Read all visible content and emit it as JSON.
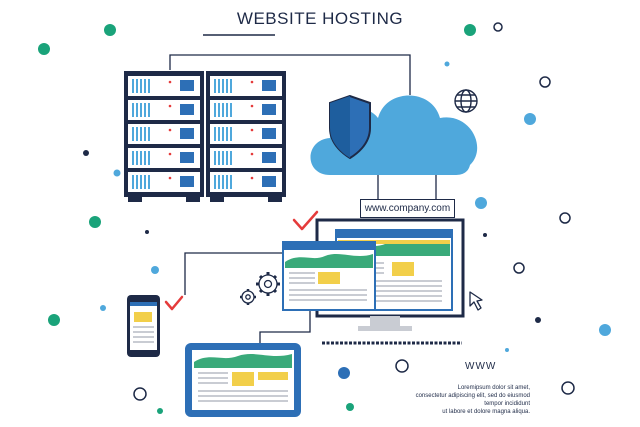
{
  "title": "WEBSITE HOSTING",
  "url": "www.company.com",
  "www_label": "WWW",
  "lorem_lines": [
    "Loremipsum dolor sit amet,",
    "consectetur adipiscing elit, sed do eiusmod",
    "tempor incididunt",
    "ut labore et dolore magna aliqua."
  ],
  "icons": [
    "server-icon",
    "shield-icon",
    "cloud-icon",
    "globe-icon",
    "checkmark-icon",
    "gear-icon",
    "cursor-icon",
    "monitor-icon",
    "phone-icon",
    "tablet-icon"
  ],
  "colors": {
    "navy": "#1e2a47",
    "blue": "#2d6fb6",
    "light_blue": "#4fa8dc",
    "teal": "#1aa37a",
    "yellow": "#f2cf4a",
    "green_wave": "#3aaa7a",
    "red_check": "#e53b3b",
    "gray": "#c9ccd3"
  }
}
